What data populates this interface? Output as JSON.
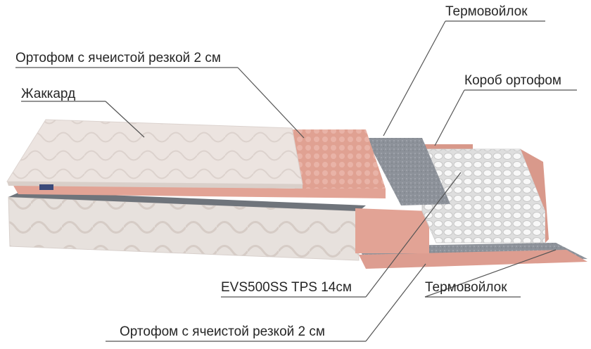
{
  "labels": {
    "thermal_felt_top": "Термовойлок",
    "orthofoam_top": "Ортофом с ячеистой резкой 2 см",
    "jacquard": "Жаккард",
    "orthofoam_box": "Короб ортофом",
    "springs": "EVS500SS TPS 14см",
    "thermal_felt_bottom": "Термовойлок",
    "orthofoam_bottom": "Ортофом с ячеистой резкой 2 см"
  },
  "colors": {
    "jacquard": "#ece4e0",
    "foam": "#e3a89b",
    "felt": "#8d929a",
    "spring": "#f4f4f4",
    "leader_line": "#555555"
  }
}
